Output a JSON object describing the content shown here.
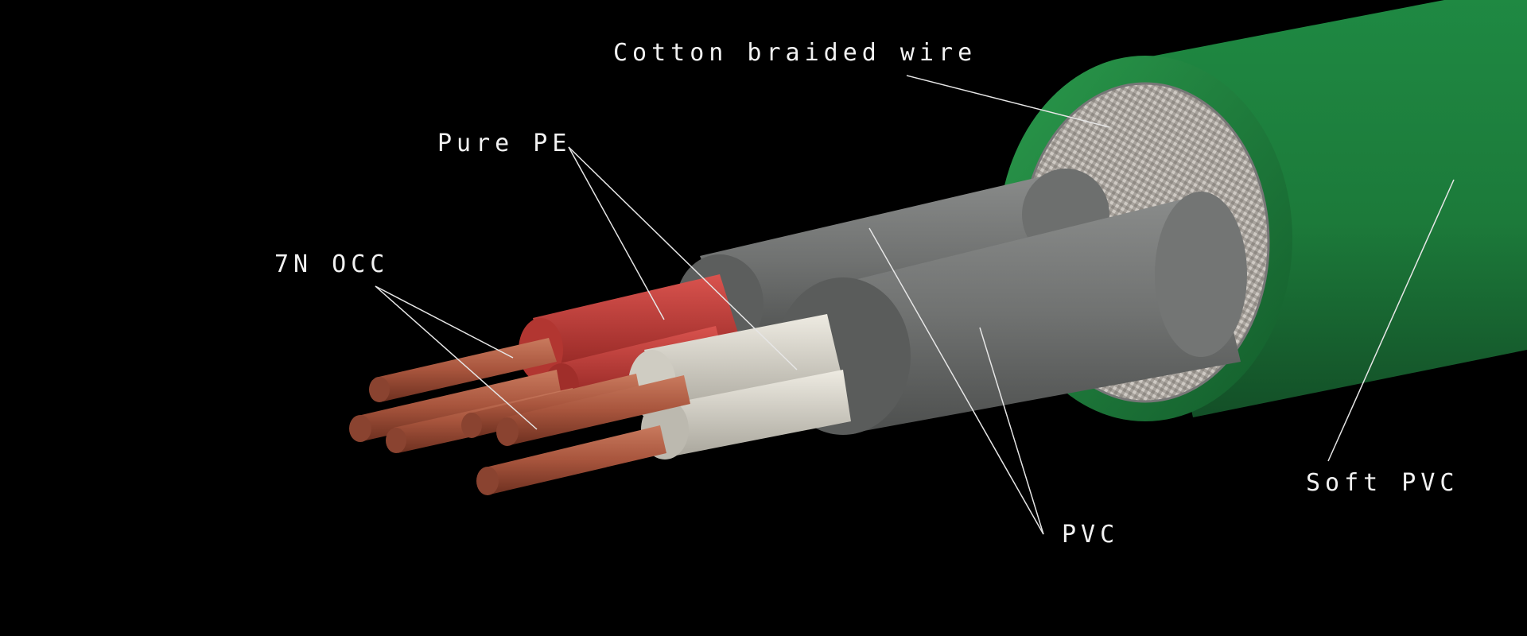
{
  "labels": {
    "cotton_braided_wire": "Cotton braided wire",
    "pure_pe": "Pure PE",
    "conductor": "7N OCC",
    "pvc": "PVC",
    "soft_pvc": "Soft PVC"
  },
  "colors": {
    "background": "#000000",
    "outer_jacket": "#1f7a3a",
    "braid": "#b9b3ad",
    "inner_pvc": "#6f7170",
    "pe_red": "#c63a36",
    "pe_white": "#d9d6cc",
    "copper": "#a8553d",
    "leader_line": "#e6e6e6"
  }
}
